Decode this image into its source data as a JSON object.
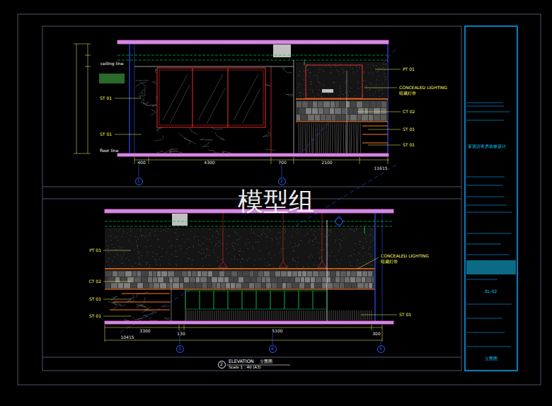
{
  "diagram": {
    "nodes": [
      {
        "text": [
          "1"
        ]
      },
      {
        "text": [
          "2"
        ]
      },
      {
        "text": [
          "3"
        ]
      },
      {
        "text": [
          "4"
        ]
      },
      {
        "text": [
          "5"
        ]
      },
      {
        "text": [
          "2"
        ]
      }
    ],
    "labels": [
      "模型组",
      "ceiling line",
      "ST 01",
      "ST 01",
      "floor line",
      "PT 01",
      "CONCEALED LIGHTING",
      "暗藏灯带",
      "CT 02",
      "ST 01",
      "ST 01",
      "400",
      "4300",
      "700",
      "2100",
      "11615",
      "PT 01",
      "CT 02",
      "ST 01",
      "ST 01",
      "CONCEALED LIGHTING",
      "暗藏灯带",
      "ST 01",
      "3300",
      "130",
      "5100",
      "300",
      "10415",
      "ELEVATION",
      "立面图",
      "Scale 1 : 40 (A3)",
      "某酒店客房装修设计",
      "EL-02",
      "立面图"
    ]
  }
}
